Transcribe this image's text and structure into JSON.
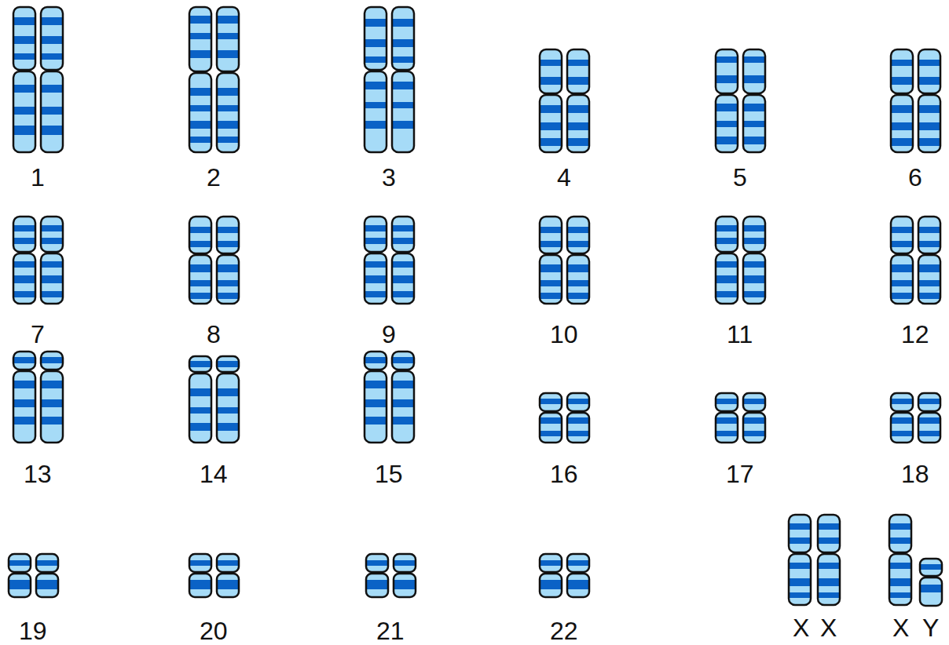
{
  "diagram": {
    "labels": [
      "1",
      "2",
      "3",
      "4",
      "5",
      "6",
      "7",
      "8",
      "9",
      "10",
      "11",
      "12",
      "13",
      "14",
      "15",
      "16",
      "17",
      "18",
      "19",
      "20",
      "21",
      "22",
      "X",
      "X",
      "X",
      "Y"
    ]
  }
}
